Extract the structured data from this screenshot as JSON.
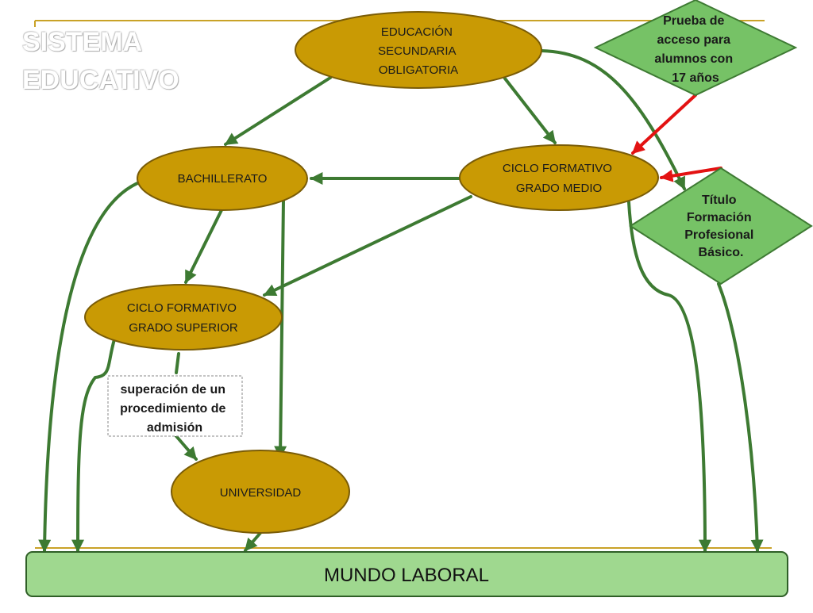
{
  "title": {
    "line1": "SISTEMA",
    "line2": "EDUCATIVO"
  },
  "nodes": {
    "eso": [
      "EDUCACIÓN",
      "SECUNDARIA",
      "OBLIGATORIA"
    ],
    "bachillerato": [
      "BACHILLERATO"
    ],
    "cf_medio": [
      "CICLO FORMATIVO",
      "GRADO MEDIO"
    ],
    "cf_superior": [
      "CICLO FORMATIVO",
      "GRADO SUPERIOR"
    ],
    "universidad": [
      "UNIVERSIDAD"
    ],
    "prueba": [
      "Prueba de",
      "acceso para",
      "alumnos con",
      "17 años"
    ],
    "titulo_fp": [
      "Título",
      "Formación",
      "Profesional",
      "Básico."
    ],
    "admision": [
      "superación de un",
      "procedimiento de",
      "admisión"
    ],
    "mundo_laboral": "MUNDO LABORAL"
  },
  "colors": {
    "ellipse_fill": "#c99a04",
    "ellipse_stroke": "#7a5c07",
    "diamond_fill": "#76c266",
    "diamond_stroke": "#3e7a33",
    "arrow_green": "#3d7a32",
    "arrow_red": "#e31212",
    "bottom_fill": "#9fd88f",
    "gold_line": "#c9a227"
  }
}
